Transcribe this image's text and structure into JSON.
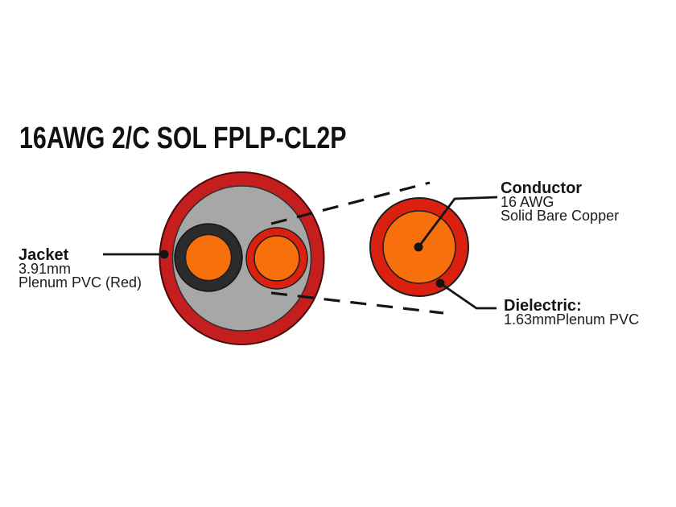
{
  "title": "16AWG 2/C SOL FPLP-CL2P",
  "labels": {
    "jacket": {
      "name": "Jacket",
      "size": "3.91mm",
      "material": "Plenum PVC (Red)"
    },
    "conductor": {
      "name": "Conductor",
      "size": "16 AWG",
      "material": "Solid Bare Copper"
    },
    "dielectric": {
      "name": "Dielectric:",
      "size_material": "1.63mmPlenum PVC"
    }
  },
  "colors": {
    "jacket_red": "#c41e1e",
    "dielectric_red": "#da2110",
    "copper_orange": "#f8700c",
    "filler_gray": "#a8a7a7",
    "insulation_black": "#2b2b2b",
    "line_black": "#141414"
  }
}
